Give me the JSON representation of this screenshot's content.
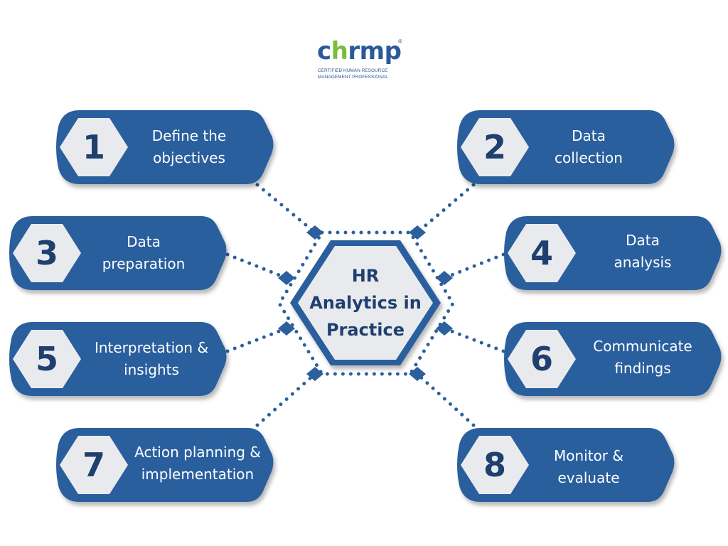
{
  "logo": {
    "c": "c",
    "h": "h",
    "rest": "rmp",
    "registered": "®",
    "tagline": "CERTIFIED HUMAN RESOURCE\nMANAGEMENT PROFESSIONAL"
  },
  "center": {
    "label": "HR\nAnalytics in\nPractice"
  },
  "steps": [
    {
      "number": "1",
      "label": "Define the\nobjectives"
    },
    {
      "number": "2",
      "label": "Data\ncollection"
    },
    {
      "number": "3",
      "label": "Data\npreparation"
    },
    {
      "number": "4",
      "label": "Data\nanalysis"
    },
    {
      "number": "5",
      "label": "Interpretation &\ninsights"
    },
    {
      "number": "6",
      "label": "Communicate\nfindings"
    },
    {
      "number": "7",
      "label": "Action planning &\nimplementation"
    },
    {
      "number": "8",
      "label": "Monitor &\nevaluate"
    }
  ],
  "colors": {
    "primary": "#2c5f9e",
    "dark": "#1f3f6f",
    "light_hex": "#e8eaee",
    "logo_green": "#7dbb3a"
  }
}
